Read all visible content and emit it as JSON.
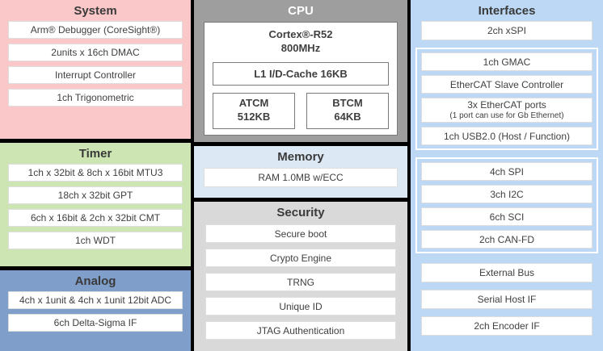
{
  "colors": {
    "system_bg": "#fac8c8",
    "timer_bg": "#cce5b3",
    "analog_bg": "#7f9ec9",
    "cpu_bg": "#9e9e9e",
    "memory_bg": "#dce8f4",
    "security_bg": "#d9d9d9",
    "interfaces_bg": "#bdd8f5",
    "row_bg": "#ffffff",
    "text": "#404040",
    "separator": "#000000"
  },
  "system": {
    "title": "System",
    "items": [
      "Arm® Debugger (CoreSight®)",
      "2units x 16ch DMAC",
      "Interrupt Controller",
      "1ch Trigonometric"
    ]
  },
  "timer": {
    "title": "Timer",
    "items": [
      "1ch x 32bit & 8ch x 16bit MTU3",
      "18ch x 32bit GPT",
      "6ch x 16bit & 2ch x 32bit CMT",
      "1ch WDT"
    ]
  },
  "analog": {
    "title": "Analog",
    "items": [
      "4ch x 1unit & 4ch x 1unit 12bit ADC",
      "6ch Delta-Sigma IF"
    ]
  },
  "cpu": {
    "title": "CPU",
    "core_line1": "Cortex®-R52",
    "core_line2": "800MHz",
    "cache": "L1 I/D-Cache 16KB",
    "atcm_line1": "ATCM",
    "atcm_line2": "512KB",
    "btcm_line1": "BTCM",
    "btcm_line2": "64KB"
  },
  "memory": {
    "title": "Memory",
    "items": [
      "RAM 1.0MB w/ECC"
    ]
  },
  "security": {
    "title": "Security",
    "items": [
      "Secure boot",
      "Crypto Engine",
      "TRNG",
      "Unique ID",
      "JTAG Authentication"
    ]
  },
  "interfaces": {
    "title": "Interfaces",
    "xspi": "2ch xSPI",
    "gmac": "1ch GMAC",
    "ethercat_slave": "EtherCAT Slave Controller",
    "ethercat_ports_line1": "3x EtherCAT ports",
    "ethercat_ports_line2": "(1 port can use for Gb Ethernet)",
    "usb": "1ch USB2.0 (Host / Function)",
    "spi": "4ch SPI",
    "i2c": "3ch I2C",
    "sci": "6ch SCI",
    "canfd": "2ch CAN-FD",
    "external_bus": "External Bus",
    "serial_host": "Serial Host IF",
    "encoder": "2ch Encoder IF"
  }
}
